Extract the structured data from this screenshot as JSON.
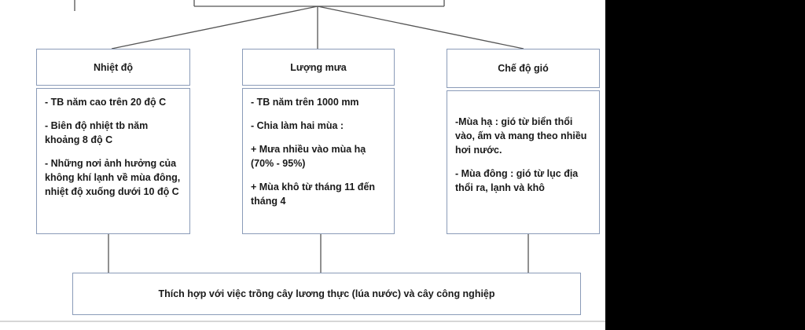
{
  "categories": [
    {
      "title": "Nhiệt độ",
      "items": [
        "- TB năm cao trên 20 độ C",
        "- Biên độ nhiệt tb năm khoảng 8 độ C",
        "- Những nơi ảnh hưởng của không khí lạnh về mùa đông, nhiệt độ xuống dưới 10 độ C"
      ]
    },
    {
      "title": "Lượng mưa",
      "items": [
        "- TB năm trên 1000 mm",
        "- Chia làm hai mùa :",
        "+ Mưa nhiều vào mùa hạ (70% - 95%)",
        "+ Mùa khô từ tháng 11 đến tháng 4"
      ]
    },
    {
      "title": "Chế độ gió",
      "items": [
        "-Mùa hạ : gió từ biển thổi vào, ấm và mang theo nhiều hơi nước.",
        "- Mùa đông : gió từ lục địa thổi ra, lạnh và khô"
      ]
    }
  ],
  "conclusion": "Thích hợp với việc trồng cây lương thực (lúa nước) và cây công nghiệp"
}
